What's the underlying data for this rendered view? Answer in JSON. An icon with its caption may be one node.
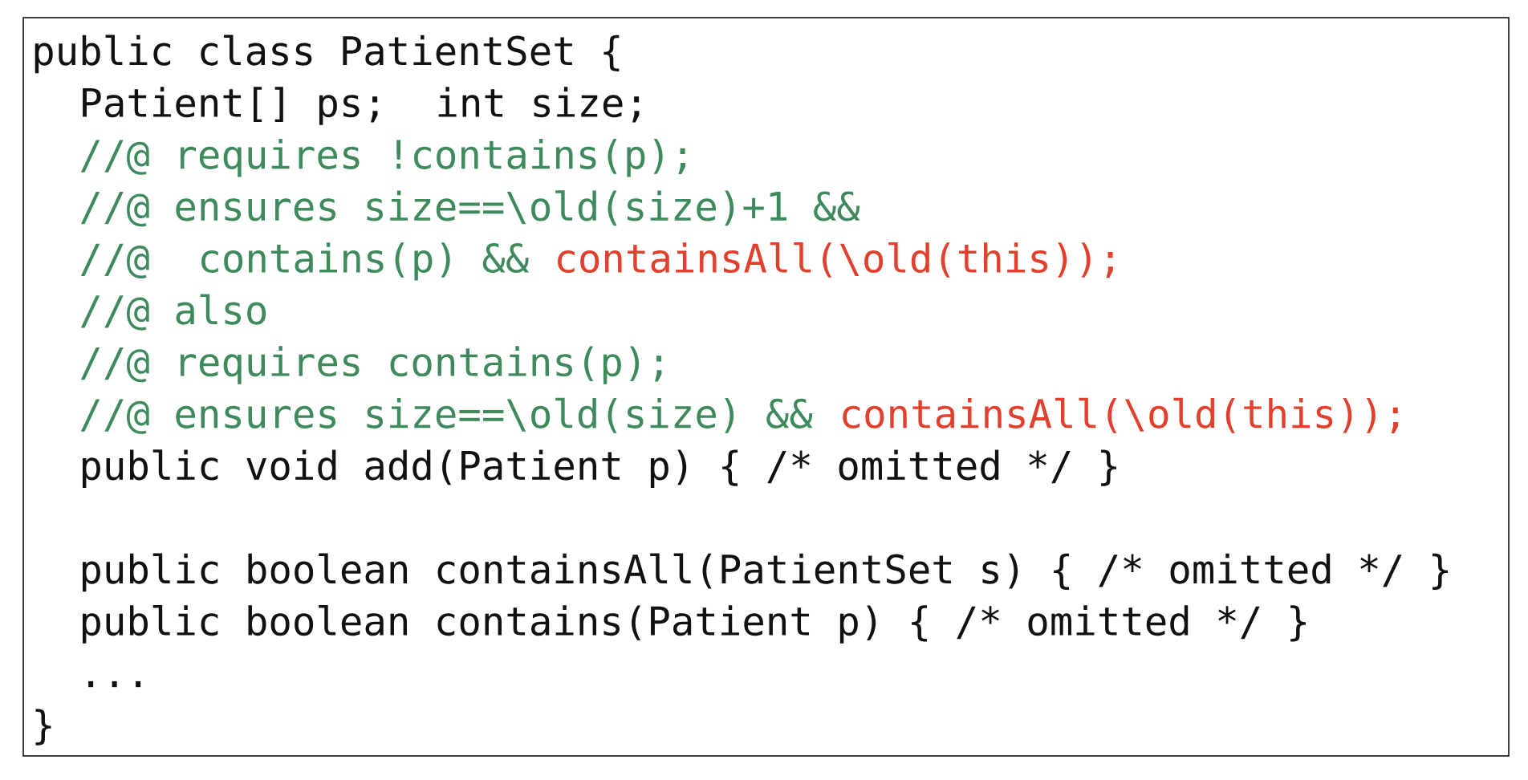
{
  "diagram": {
    "nodes": [
      {
        "text": [
          "public class PatientSet {",
          "Patient[] ps;",
          "int size;",
          "//@ requires !contains(p);",
          "//@ ensures size==\\old(size)+1 &&",
          "//@",
          "contains(p) &&",
          "containsAll(\\old(this));",
          "//@ also",
          "//@ requires contains(p);",
          "//@ ensures size==\\old(size) &&",
          "containsAll(\\old(this));",
          "public void add(Patient p) { /* omitted */ }",
          "public boolean containsAll(PatientSet s) { /* omitted */ }",
          "public boolean contains(Patient p) { /* omitted */ }",
          "...",
          "}"
        ]
      }
    ]
  }
}
